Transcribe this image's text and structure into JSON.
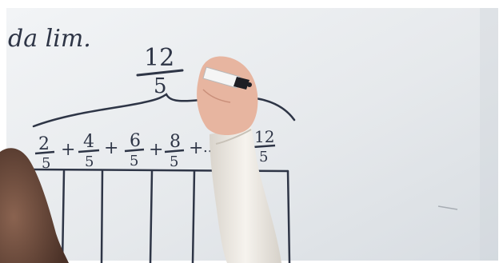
{
  "image": {
    "description_free": true
  },
  "board": {
    "partial_word": "da lim.",
    "top_fraction": {
      "numerator": "12",
      "denominator": "5"
    },
    "series": [
      {
        "numerator": "2",
        "denominator": "5"
      },
      {
        "op": "+"
      },
      {
        "numerator": "4",
        "denominator": "5"
      },
      {
        "op": "+"
      },
      {
        "numerator": "6",
        "denominator": "5"
      },
      {
        "op": "+"
      },
      {
        "numerator": "8",
        "denominator": "5"
      },
      {
        "op": "+"
      },
      {
        "op": "..."
      },
      {
        "numerator": "12",
        "denominator": "5"
      }
    ]
  },
  "colors": {
    "board": "#e9ecef",
    "ink": "#2e3546",
    "skin": "#e7b5a0",
    "sleeve": "#f3f0eb",
    "hair": "#6a4a3a"
  }
}
